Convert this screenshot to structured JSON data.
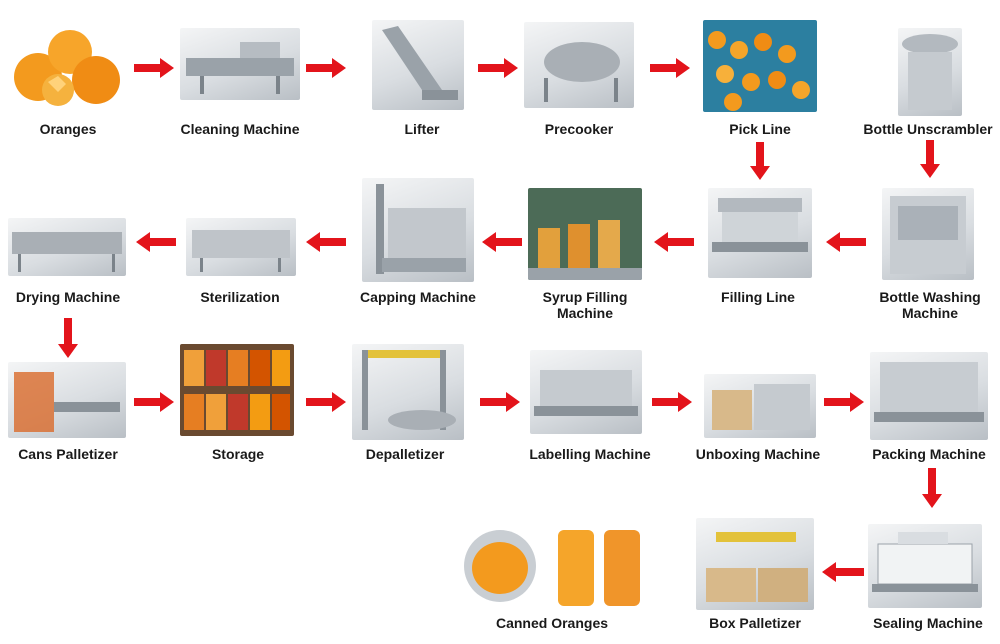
{
  "colors": {
    "arrow": "#e3141b",
    "label": "#1a1a1a",
    "orange": "#f39a1e",
    "steel": "#c9ced3"
  },
  "steps": {
    "oranges": "Oranges",
    "cleaning_machine": "Cleaning Machine",
    "lifter": "Lifter",
    "precooker": "Precooker",
    "pick_line": "Pick Line",
    "bottle_unscrambler": "Bottle Unscrambler",
    "bottle_washing_machine": "Bottle Washing\nMachine",
    "filling_line": "Filling Line",
    "syrup_filling_machine": "Syrup Filling\nMachine",
    "capping_machine": "Capping Machine",
    "sterilization": "Sterilization",
    "drying_machine": "Drying Machine",
    "cans_palletizer": "Cans Palletizer",
    "storage": "Storage",
    "depalletizer": "Depalletizer",
    "labelling_machine": "Labelling Machine",
    "unboxing_machine": "Unboxing Machine",
    "packing_machine": "Packing Machine",
    "sealing_machine": "Sealing Machine",
    "box_palletizer": "Box Palletizer",
    "canned_oranges": "Canned Oranges"
  }
}
